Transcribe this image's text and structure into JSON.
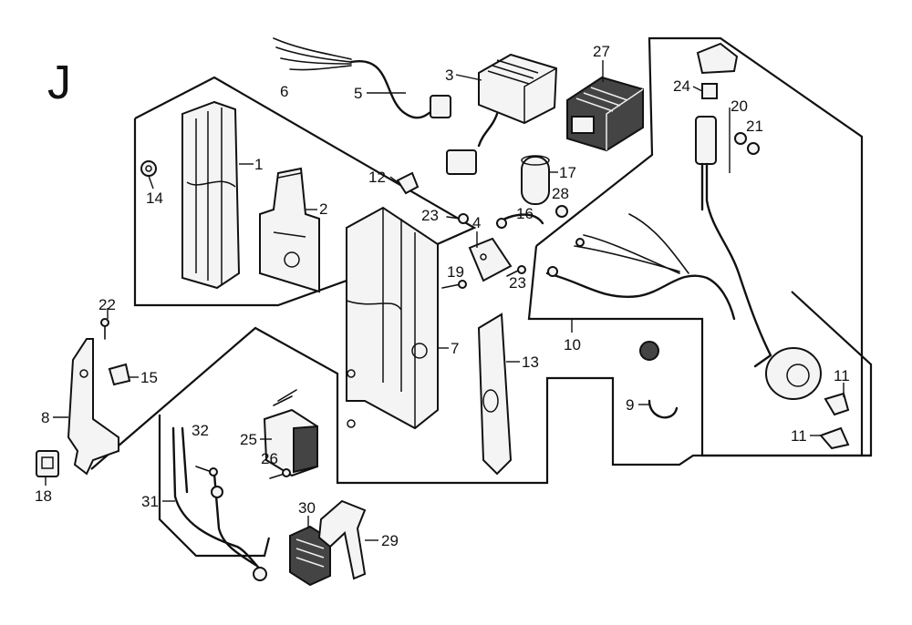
{
  "diagram": {
    "section_letter": "J",
    "callouts": [
      {
        "id": "c1",
        "text": "1"
      },
      {
        "id": "c2",
        "text": "2"
      },
      {
        "id": "c3",
        "text": "3"
      },
      {
        "id": "c4",
        "text": "4"
      },
      {
        "id": "c5",
        "text": "5"
      },
      {
        "id": "c6",
        "text": "6"
      },
      {
        "id": "c7",
        "text": "7"
      },
      {
        "id": "c8",
        "text": "8"
      },
      {
        "id": "c9",
        "text": "9"
      },
      {
        "id": "c10",
        "text": "10"
      },
      {
        "id": "c11a",
        "text": "11"
      },
      {
        "id": "c11b",
        "text": "11"
      },
      {
        "id": "c12",
        "text": "12"
      },
      {
        "id": "c13",
        "text": "13"
      },
      {
        "id": "c14",
        "text": "14"
      },
      {
        "id": "c15",
        "text": "15"
      },
      {
        "id": "c16",
        "text": "16"
      },
      {
        "id": "c17",
        "text": "17"
      },
      {
        "id": "c18",
        "text": "18"
      },
      {
        "id": "c19",
        "text": "19"
      },
      {
        "id": "c20",
        "text": "20"
      },
      {
        "id": "c21",
        "text": "21"
      },
      {
        "id": "c22",
        "text": "22"
      },
      {
        "id": "c23a",
        "text": "23"
      },
      {
        "id": "c23b",
        "text": "23"
      },
      {
        "id": "c24",
        "text": "24"
      },
      {
        "id": "c25",
        "text": "25"
      },
      {
        "id": "c26",
        "text": "26"
      },
      {
        "id": "c27",
        "text": "27"
      },
      {
        "id": "c28",
        "text": "28"
      },
      {
        "id": "c29",
        "text": "29"
      },
      {
        "id": "c30",
        "text": "30"
      },
      {
        "id": "c31",
        "text": "31"
      },
      {
        "id": "c32",
        "text": "32"
      }
    ]
  }
}
